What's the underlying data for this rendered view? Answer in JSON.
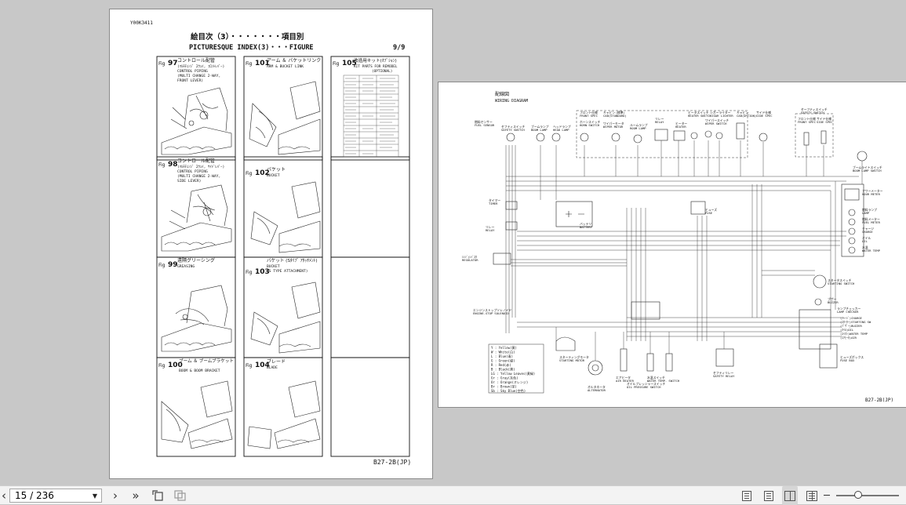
{
  "left_page": {
    "doc_code": "Y00K3411",
    "title_jp": "絵目次（3）・・・・・・・項目別",
    "title_en": "PICTURESQUE INDEX(3)・・・FIGURE",
    "page_of": "9/9",
    "footer_code": "B27-2B(JP)",
    "figures": [
      {
        "prefix": "Fig",
        "num": "97",
        "jp": "コントロール配管",
        "sub": [
          "(ﾏﾙﾁﾁｪﾝｼﾞ 2ｳｪｲ, ﾌﾛﾝﾄﾚﾊﾞｰ)",
          "CONTROL PIPING",
          "(MULTI CHANGE 2-WAY,",
          "FRONT LEVER)"
        ]
      },
      {
        "prefix": "Fig",
        "num": "101",
        "jp": "アーム ＆ バケットリンク",
        "sub": [
          "ARM & BUCKET LINK"
        ]
      },
      {
        "prefix": "Fig",
        "num": "105",
        "jp": "改造用キット(ｵﾌﾟｼｮﾝ)",
        "sub": [
          "KIT PARTS FOR REMODEL",
          "(OPTIONAL)"
        ]
      },
      {
        "prefix": "Fig",
        "num": "98",
        "jp": "コントロール配管",
        "sub": [
          "(ﾏﾙﾁﾁｪﾝｼﾞ 2ｳｪｲ, ｻｲﾄﾞﾚﾊﾞｰ)",
          "CONTROL PIPING",
          "(MULTI CHANGE 2-WAY,",
          "SIDE LEVER)"
        ]
      },
      {
        "prefix": "Fig",
        "num": "102",
        "jp": "バケット",
        "sub": [
          "BUCKET"
        ]
      },
      {
        "prefix": "Fig",
        "num": "99",
        "jp": "遠隔グリーシング",
        "sub": [
          "GREASING"
        ]
      },
      {
        "prefix": "Fig",
        "num": "103",
        "jp": "バケット (Sﾀｲﾌﾟ ｱﾀｯﾁﾒﾝﾄ)",
        "sub": [
          "BUCKET",
          "(S TYPE ATTACHMENT)"
        ]
      },
      {
        "prefix": "Fig",
        "num": "100",
        "jp": "ブーム ＆ ブームブラケット",
        "sub": [
          "BOOM & BOOM BRACKET"
        ]
      },
      {
        "prefix": "Fig",
        "num": "104",
        "jp": "ブレード",
        "sub": [
          "BLADE"
        ]
      }
    ]
  },
  "right_page": {
    "title_jp": "配線図",
    "title_en": "WIRING DIAGRAM",
    "footer_code": "B27-2B(JP)",
    "labels": {
      "fuel_sensor": [
        "燃料センサー",
        "FUEL SENSOR"
      ],
      "safety_switch": [
        "セフティスイッチ",
        "SAFETY SWITCH"
      ],
      "boom_lamp": [
        "ブームランプ",
        "BOOM LAMP"
      ],
      "head_lamp": [
        "ヘッドランプ",
        "HEAD LAMP"
      ],
      "front_spec": [
        "フロント仕様",
        "FRONT SPEC"
      ],
      "cab_standard": [
        "キャビン (標準)",
        "CAB(STANDARD)"
      ],
      "horn_switch": [
        "ホーンスイッチ",
        "HORN SWITCH"
      ],
      "wiper_motor": [
        "ワイパーモータ",
        "WIPER MOTOR"
      ],
      "room_lamp": [
        "ルームランプ",
        "ROOM LAMP"
      ],
      "relay": [
        "リレー",
        "RELAY"
      ],
      "heater": [
        "ヒーター",
        "HEATER"
      ],
      "heater_switch": [
        "ヒータスイッチ",
        "HEATER SWITCH"
      ],
      "cigar_lighter": [
        "シガーライター",
        "CIGAR LIGHTER"
      ],
      "wiper_switch": [
        "ワイパースイッチ",
        "WIPER SWITCH"
      ],
      "cab_opt": [
        "キャビン",
        "CAB(OPTION)"
      ],
      "side_spec": [
        "サイド仕様",
        "SIDE SPEC"
      ],
      "safety_switch_top": [
        "セーフティスイッチ",
        "SAFETY SWITCH"
      ],
      "front_spec_side": [
        "フロント仕様",
        "FRONT SPEC"
      ],
      "side_spec_2": [
        "サイド仕様",
        "SIDE SPEC"
      ],
      "boom_lamp_switch": [
        "ブームライトスイッチ",
        "BOOM LAMP SWITCH"
      ],
      "hour_meter": [
        "アワーメーター",
        "HOUR METER"
      ],
      "fuel_lamp": [
        "燃料ランプ",
        "LAMP"
      ],
      "fuel_meter": [
        "燃料メーター",
        "FUEL METER"
      ],
      "charge": [
        "チャージ",
        "CHARGE"
      ],
      "oil": [
        "オイル",
        "OIL"
      ],
      "water_temp": [
        "水温",
        "WATER TEMP"
      ],
      "timer": [
        "タイマー",
        "TIMER"
      ],
      "relay_l": [
        "リレー",
        "RELAY"
      ],
      "battery": [
        "バッテリ",
        "BATTERY"
      ],
      "fuse": [
        "ヒューズ",
        "FUSE"
      ],
      "regulator": [
        "ﾚｷﾞｭﾚｰﾀ",
        "REGULATOR"
      ],
      "regulator_jp": "ﾚﾚｼﾞｭﾚｼﾞｽﾀ",
      "starting_switch": [
        "スタータスイッチ",
        "STARTING SWITCH"
      ],
      "buzzer": [
        "ブザー",
        "BUZZER"
      ],
      "lamp_checker": [
        "ランプチェッカー",
        "LAMP CHECKER"
      ],
      "engine_stop": [
        "エンジンストップソレノイド",
        "ENGINE-STOP SOLENOID"
      ],
      "starting_motor": [
        "スターティングモータ",
        "STARTING MOTOR"
      ],
      "alternator": [
        "オルタネータ",
        "ALTERNATOR"
      ],
      "air_heater": [
        "エアヒータ",
        "AIR HEATER"
      ],
      "water_temp_switch": [
        "水温スイッチ",
        "WATER TEMP. SWITCH"
      ],
      "oil_pressure_switch": [
        "オイルプレッシャースイッチ",
        "OIL PRESSURE SWITCH"
      ],
      "safety_relay": [
        "セフティリレー",
        "SAFETY RELAY"
      ],
      "fuse_box": [
        "ヒューズボックス",
        "FUSE BOX"
      ],
      "checker_lines": [
        "(ﾁｬｰｼﾞ)CHARGE",
        "(ｽﾀｰﾀｰ)STARTING SW",
        "(ﾌﾞｻﾞｰ)BUZZER",
        "(ｵｲﾙ)OIL",
        "(ｽｲｵﾝ)WATER TEMP",
        "(ｴｱﾋｰﾀ)AIR"
      ]
    },
    "color_legend": [
      "Y  : Yellow(黄)",
      "W  : White(白)",
      "L  : Blue(青)",
      "G  : Green(緑)",
      "R  : Red(赤)",
      "B  : Black(黒)",
      "LG : Yellow Leaves(黄緑)",
      "Gr : Gray(灰色)",
      "Or : Orange(オレンジ)",
      "Br : Brown(茶)",
      "Sb : Sky Blue(空色)"
    ]
  },
  "toolbar": {
    "prev_page": "‹",
    "page_display": "15 / 236",
    "next_page": "›",
    "last_page": "»",
    "icons": [
      "first-page-icon",
      "page-select-icon",
      "document-icon",
      "continuous-icon",
      "two-page-icon",
      "two-page-continuous-icon",
      "zoom-out-icon"
    ]
  }
}
